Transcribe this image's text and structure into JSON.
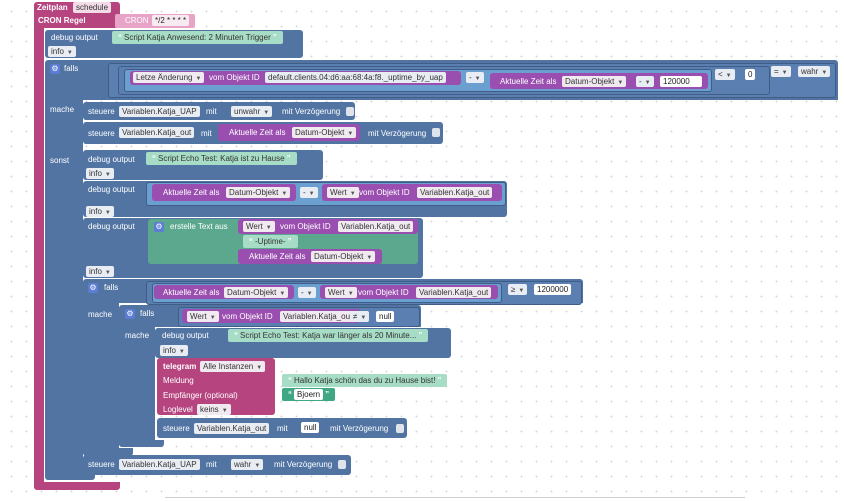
{
  "schedule": {
    "title": "Zeitplan",
    "title_value": "schedule",
    "cron_label": "CRON Regel",
    "cron_key": "CRON",
    "cron_value": "*/2 * * * *"
  },
  "top_debug": {
    "label": "debug output",
    "text": "Script Katja Anwesend: 2 Minuten Trigger",
    "level": "info"
  },
  "if1": {
    "label": "falls",
    "then_label": "mache",
    "else_label": "sonst",
    "last_change": "Letze Änderung",
    "of_object": "vom Objekt ID",
    "object_id": "default.clients.04:d6:aa:68:4a:f8._uptime_by_uap",
    "minus": "-",
    "current_time_as": "Aktuelle Zeit als",
    "date_object": "Datum-Objekt",
    "number": "120000",
    "lt": "<",
    "zero": "0",
    "eq": "=",
    "true_val": "wahr"
  },
  "then_steps": [
    {
      "label": "steuere",
      "var": "Variablen.Katja_UAP",
      "with": "mit",
      "value": "unwahr",
      "delay": "mit Verzögerung"
    },
    {
      "label": "steuere",
      "var": "Variablen.Katja_out",
      "with": "mit",
      "value_prefix": "Aktuelle Zeit als",
      "value": "Datum-Objekt",
      "delay": "mit Verzögerung"
    }
  ],
  "else_block": {
    "debug1": {
      "label": "debug output",
      "text": "Script Echo Test: Katja ist zu Hause",
      "level": "info"
    },
    "debug2": {
      "label": "debug output",
      "current_time_as": "Aktuelle Zeit als",
      "date_object": "Datum-Objekt",
      "minus": "-",
      "value": "Wert",
      "of_object": "vom Objekt ID",
      "var": "Variablen.Katja_out",
      "level": "info"
    },
    "debug3": {
      "label": "debug output",
      "create_text": "erstelle Text aus",
      "value": "Wert",
      "of_object": "vom Objekt ID",
      "var": "Variablen.Katja_out",
      "uptime": "-Uptime-",
      "current_time_as": "Aktuelle Zeit als",
      "date_object": "Datum-Objekt",
      "level": "info"
    },
    "if2": {
      "label": "falls",
      "then_label": "mache",
      "current_time_as": "Aktuelle Zeit als",
      "date_object": "Datum-Objekt",
      "minus": "-",
      "value": "Wert",
      "of_object": "vom Objekt ID",
      "var": "Variablen.Katja_out",
      "gte": "≥",
      "number": "1200000"
    },
    "if3": {
      "label": "falls",
      "then_label": "mache",
      "value": "Wert",
      "of_object": "vom Objekt ID",
      "var": "Variablen.Katja_out",
      "neq": "≠",
      "null": "null"
    },
    "debug4": {
      "label": "debug output",
      "text": "Script Echo Test: Katja war länger als 20 Minute...",
      "level": "info"
    },
    "telegram": {
      "label": "telegram",
      "instances": "Alle Instanzen",
      "message_label": "Meldung",
      "message": "Hallo Katja schön das du zu Hause bist!",
      "recipient_label": "Empfänger (optional)",
      "recipient": "Bjoern",
      "loglevel_label": "Loglevel",
      "loglevel": "keins"
    },
    "set_null": {
      "label": "steuere",
      "var": "Variablen.Katja_out",
      "with": "mit",
      "value": "null",
      "delay": "mit Verzögerung"
    },
    "set_uap": {
      "label": "steuere",
      "var": "Variablen.Katja_UAP",
      "with": "mit",
      "value": "wahr",
      "delay": "mit Verzögerung"
    }
  },
  "icons": {
    "gear": "gear-icon",
    "caret": "dropdown-caret-icon",
    "quote": "quote-icon"
  },
  "colors": {
    "schedule": "#b5447f",
    "logic": "#5174a3",
    "text": "#5ca88f",
    "time": "#9a4fb0",
    "string": "#a7dcc6"
  }
}
